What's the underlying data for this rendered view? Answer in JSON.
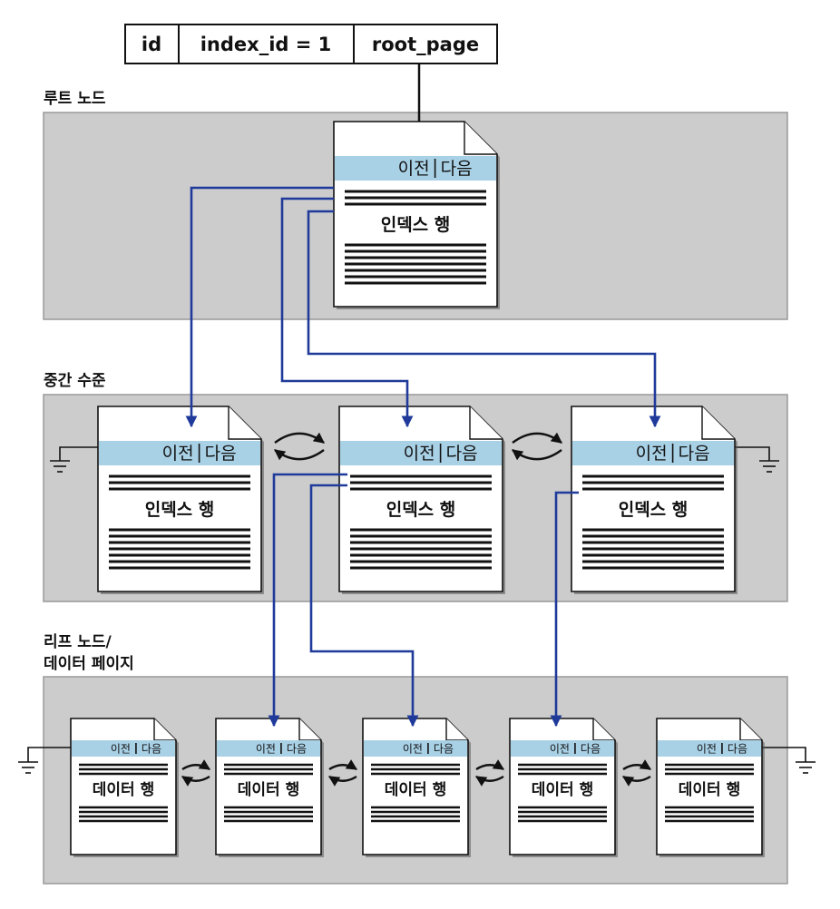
{
  "header": {
    "cells": [
      "id",
      "index_id = 1",
      "root_page"
    ]
  },
  "levels": {
    "root": {
      "label": "루트 노드"
    },
    "intermediate": {
      "label": "중간 수준"
    },
    "leaf": {
      "label_line1": "리프 노드/",
      "label_line2": "데이터 페이지"
    }
  },
  "page": {
    "prev": "이전",
    "next": "다음",
    "index_rows": "인덱스 행",
    "data_rows": "데이터 행"
  },
  "colors": {
    "band": "#cccccc",
    "page_header": "#a9d1e6",
    "pointer": "#1f3a9a",
    "ink": "#111111"
  },
  "icons": [
    "ground-icon",
    "bidirectional-arrows-icon"
  ]
}
